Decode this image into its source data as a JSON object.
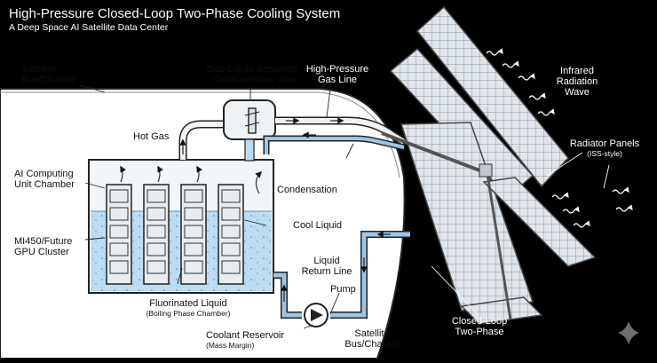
{
  "title": "High-Pressure Closed-Loop Two-Phase Cooling System",
  "subtitle": "A Deep Space AI Satellite Data Center",
  "labels": {
    "bus_top_1": "Satellite",
    "bus_top_2": "Bus/Chassis",
    "separator_1": "Gas-Liquid Separator",
    "separator_2": "(Centrifugal/Rotary Vane)",
    "gas_line_1": "High-Pressure",
    "gas_line_2": "Gas Line",
    "infrared_1": "Infrared",
    "infrared_2": "Radiation",
    "infrared_3": "Wave",
    "hot_gas": "Hot Gas",
    "chamber_1": "AI Computing",
    "chamber_2": "Unit Chamber",
    "condensation": "Condensation",
    "radiator_1": "Radiator Panels",
    "radiator_2": "(ISS-style)",
    "cool_liquid": "Cool Liquid",
    "gpu_1": "MI450/Future",
    "gpu_2": "GPU Cluster",
    "return_1": "Liquid",
    "return_2": "Return Line",
    "pump": "Pump",
    "fluorinated_1": "Fluorinated Liquid",
    "fluorinated_2": "(Boiling Phase Chamber)",
    "reservoir_1": "Coolant Reservoir",
    "reservoir_2": "(Mass Margin)",
    "bus_bottom_1": "Satellite",
    "bus_bottom_2": "Bus/Chassis",
    "loop_1": "Closed-Loop",
    "loop_2": "Two-Phase"
  },
  "icons": [
    "gpu-card-icon",
    "pump-icon",
    "separator-rotor-icon",
    "flow-arrow-icon",
    "heat-wave-icon",
    "sparkle-icon"
  ],
  "colors": {
    "background": "#000000",
    "chassis": "#ffffff",
    "liquid": "#bcdcf2",
    "pipe": "#7fb4dc",
    "panel": "#d6dde4",
    "text_on_chassis": "#111111",
    "text_on_space": "#ffffff"
  }
}
